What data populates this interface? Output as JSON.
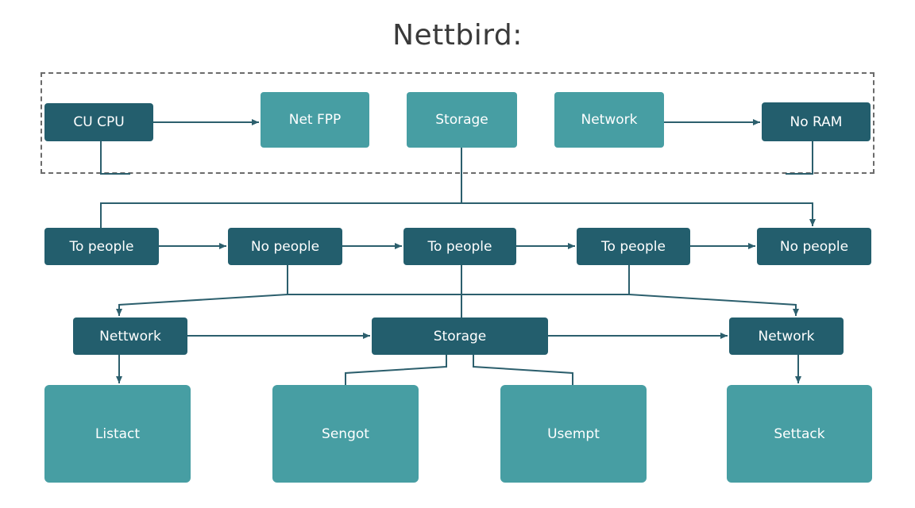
{
  "title": "Nettbird:",
  "top_row": {
    "cpu": "CU CPU",
    "fpp": "Net FPP",
    "storage": "Storage",
    "network": "Network",
    "ram": "No RAM"
  },
  "people_row": [
    "To people",
    "No people",
    "To people",
    "To people",
    "No people"
  ],
  "mid_row": {
    "left": "Nettwork",
    "center": "Storage",
    "right": "Network"
  },
  "bottom_row": [
    "Listact",
    "Sengot",
    "Usempt",
    "Settack"
  ],
  "colors": {
    "dark_node": "#235e6d",
    "light_node": "#479ea3",
    "connector": "#2c5f6d"
  }
}
